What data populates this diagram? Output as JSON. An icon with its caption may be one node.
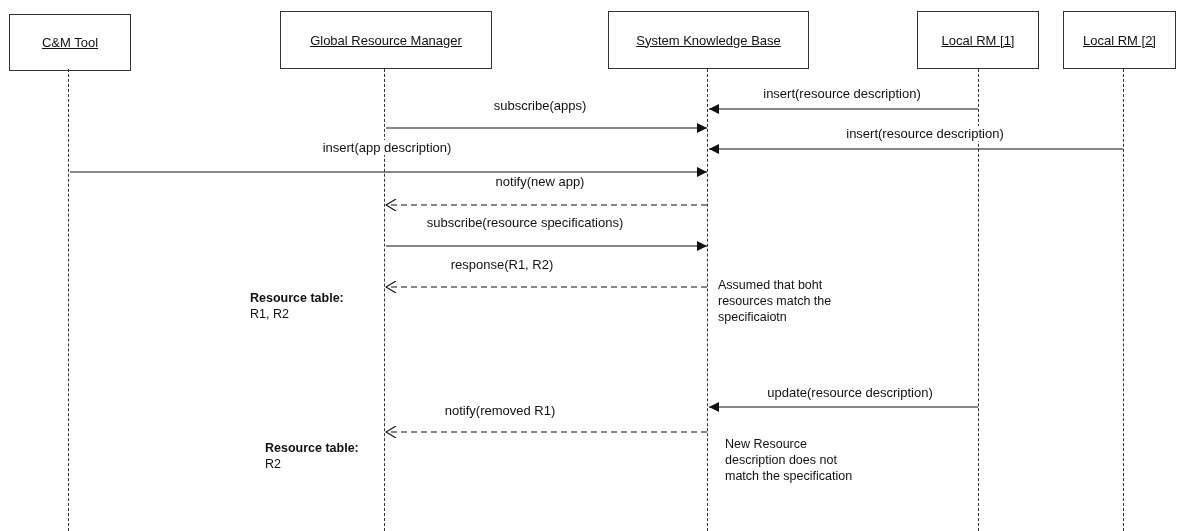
{
  "diagram": {
    "nodes": [
      {
        "text": [
          "C&M Tool"
        ]
      },
      {
        "text": [
          "Global Resource Manager"
        ]
      },
      {
        "text": [
          "System Knowledge Base"
        ]
      },
      {
        "text": [
          "Local RM [1]"
        ]
      },
      {
        "text": [
          "Local RM [2]"
        ]
      },
      {
        "text": [],
        "shape": "line"
      },
      {
        "text": [],
        "shape": "line"
      },
      {
        "text": [],
        "shape": "line"
      },
      {
        "text": [],
        "shape": "line"
      },
      {
        "text": [],
        "shape": "line"
      }
    ],
    "edges": [
      {
        "from": 8,
        "to": 7,
        "arrow": "to",
        "label": "insert(resource description)"
      },
      {
        "from": 6,
        "to": 7,
        "arrow": "to",
        "label": "subscribe(apps)"
      },
      {
        "from": 9,
        "to": 7,
        "arrow": "to",
        "label": "insert(resource description)"
      },
      {
        "from": 5,
        "to": 7,
        "arrow": "to",
        "label": "insert(app description)"
      },
      {
        "from": 7,
        "to": 6,
        "arrow": "to",
        "label": "notify(new app)",
        "style": "dashed"
      },
      {
        "from": 6,
        "to": 7,
        "arrow": "to",
        "label": "subscribe(resource specifications)"
      },
      {
        "from": 7,
        "to": 6,
        "arrow": "to",
        "label": "response(R1, R2)",
        "style": "dashed"
      },
      {
        "from": 8,
        "to": 7,
        "arrow": "to",
        "label": "update(resource description)"
      },
      {
        "from": 7,
        "to": 6,
        "arrow": "to",
        "label": "notify(removed R1)",
        "style": "dashed"
      }
    ],
    "labels": [
      "**Resource table:** R1, R2",
      "Assumed that boht resources match the specificaiotn",
      "**Resource table:** R2",
      "New Resource description does not match the specification"
    ]
  }
}
